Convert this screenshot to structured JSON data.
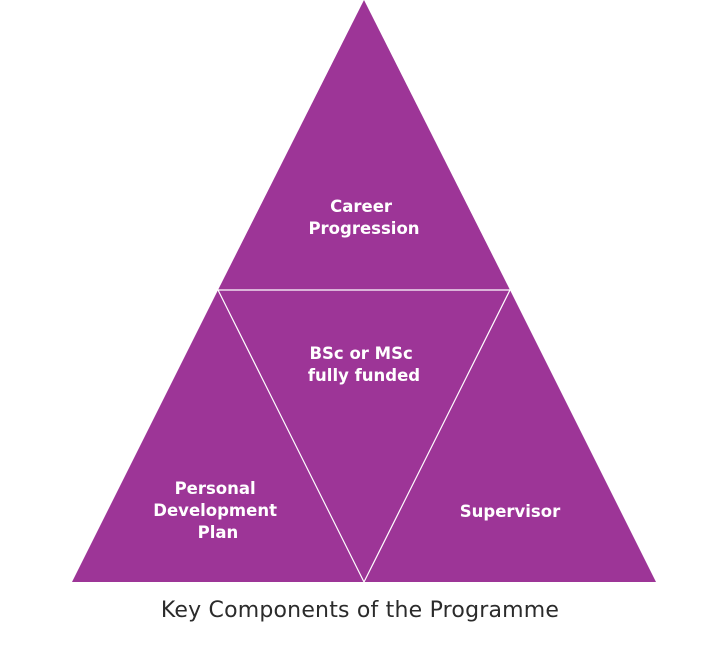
{
  "colors": {
    "segment_fill": "#9d3597",
    "divider": "#ffffff",
    "label_text": "#ffffff",
    "caption_text": "#2b2b2b"
  },
  "segments": {
    "top": {
      "lines": [
        "Career",
        "Progression"
      ]
    },
    "center": {
      "lines": [
        "BSc or MSc",
        "fully funded"
      ]
    },
    "bottom_left": {
      "lines": [
        "Personal",
        "Development",
        "Plan"
      ]
    },
    "bottom_right": {
      "lines": [
        "Supervisor"
      ]
    }
  },
  "caption": "Key Components of the Programme"
}
